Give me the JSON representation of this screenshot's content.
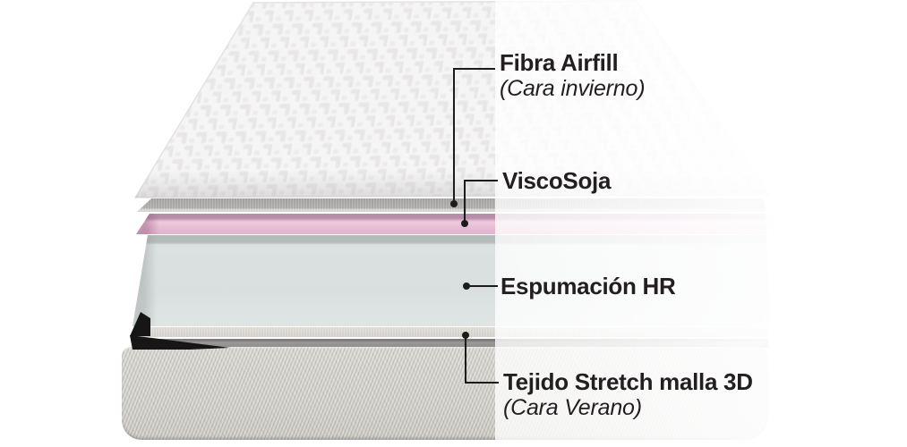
{
  "figure": {
    "type": "mattress-layer-cutaway-diagram",
    "background_color": "#ffffff",
    "text_color": "#231f20",
    "leader_line_color": "#1c1c1c",
    "labels": [
      {
        "title": "Fibra Airfill",
        "subtitle": "(Cara invierno)"
      },
      {
        "title": "ViscoSoja",
        "subtitle": ""
      },
      {
        "title": "Espumación HR",
        "subtitle": ""
      },
      {
        "title": "Tejido Stretch malla 3D",
        "subtitle": "(Cara Verano)"
      }
    ],
    "layers": [
      {
        "name": "quilted-top-cover",
        "color": "#f6f5f5"
      },
      {
        "name": "fibra-airfill-pad",
        "color": "#a9a7a6"
      },
      {
        "name": "viscosoja",
        "color": "#e7bcd4"
      },
      {
        "name": "espumacion-hr",
        "color": "#d9dfdf"
      },
      {
        "name": "base-tejido-stretch-malla-3d",
        "color": "#d2d0cb"
      }
    ]
  }
}
